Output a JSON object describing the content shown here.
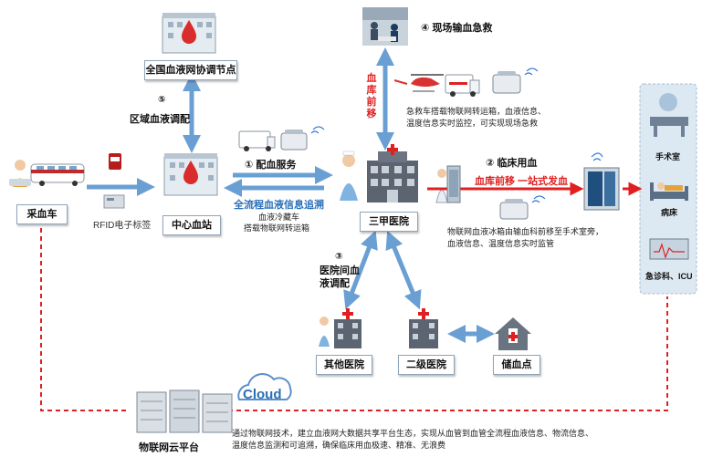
{
  "nodes": {
    "national": "全国血液网协调节点",
    "blood_truck": "采血车",
    "center": "中心血站",
    "tertiary": "三甲医院",
    "other_hospital": "其他医院",
    "secondary": "二级医院",
    "storage": "储血点",
    "cloud_platform": "物联网云平台",
    "cloud": "Cloud",
    "operating_room": "手术室",
    "ward": "病床",
    "emergency": "急诊科、ICU",
    "rfid": "RFID电子标签"
  },
  "flows": {
    "f1": "① 配血服务",
    "f2": "② 临床用血",
    "f3_num": "③",
    "f3_text": "医院间血液调配",
    "f4": "④ 现场输血急救",
    "f5_num": "⑤",
    "f5_text": "区域血液调配",
    "trace": "全流程血液信息追溯",
    "cold_car_1": "血液冷藏车",
    "cold_car_2": "搭载物联网转运箱",
    "blood_bank_forward": "血库前移",
    "one_stop": "血库前移 一站式发血"
  },
  "notes": {
    "ambulance_1": "急救车搭载物联网转运箱，血液信息、",
    "ambulance_2": "温度信息实时监控，可实现现场急救",
    "fridge_1": "物联网血液冰箱由输血科前移至手术室旁，",
    "fridge_2": "血液信息、温度信息实时监管",
    "bottom_1": "通过物联网技术，建立血液网大数据共享平台生态，实现从血管到血管全流程血液信息、物流信息、",
    "bottom_2": "温度信息监测和可追溯，确保临床用血极速、精准、无浪费"
  },
  "colors": {
    "arrow_blue": "#6a9fd3",
    "accent_red": "#e02020",
    "panel_bg": "#dde9f2"
  }
}
